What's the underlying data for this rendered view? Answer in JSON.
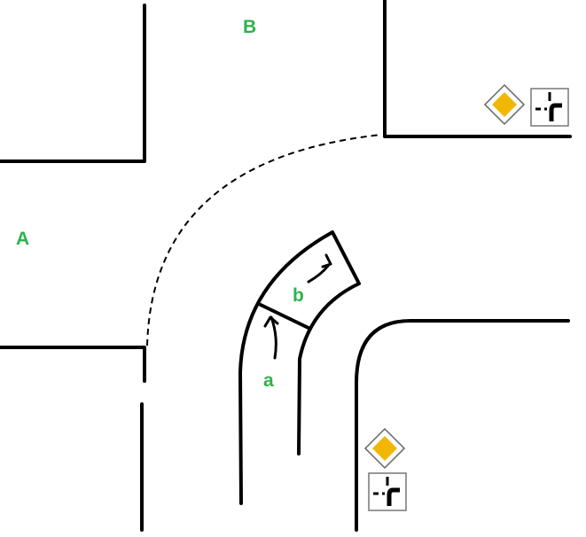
{
  "labels": {
    "road_a": "A",
    "road_b": "B",
    "lane_a": "a",
    "lane_b": "b"
  },
  "colors": {
    "label": "#2db34a",
    "priority_sign": "#f2b705",
    "line": "#000000"
  },
  "icons": {
    "priority_road": "priority-road-diamond-icon",
    "direction_of_priority": "priority-direction-supplementary-icon"
  }
}
